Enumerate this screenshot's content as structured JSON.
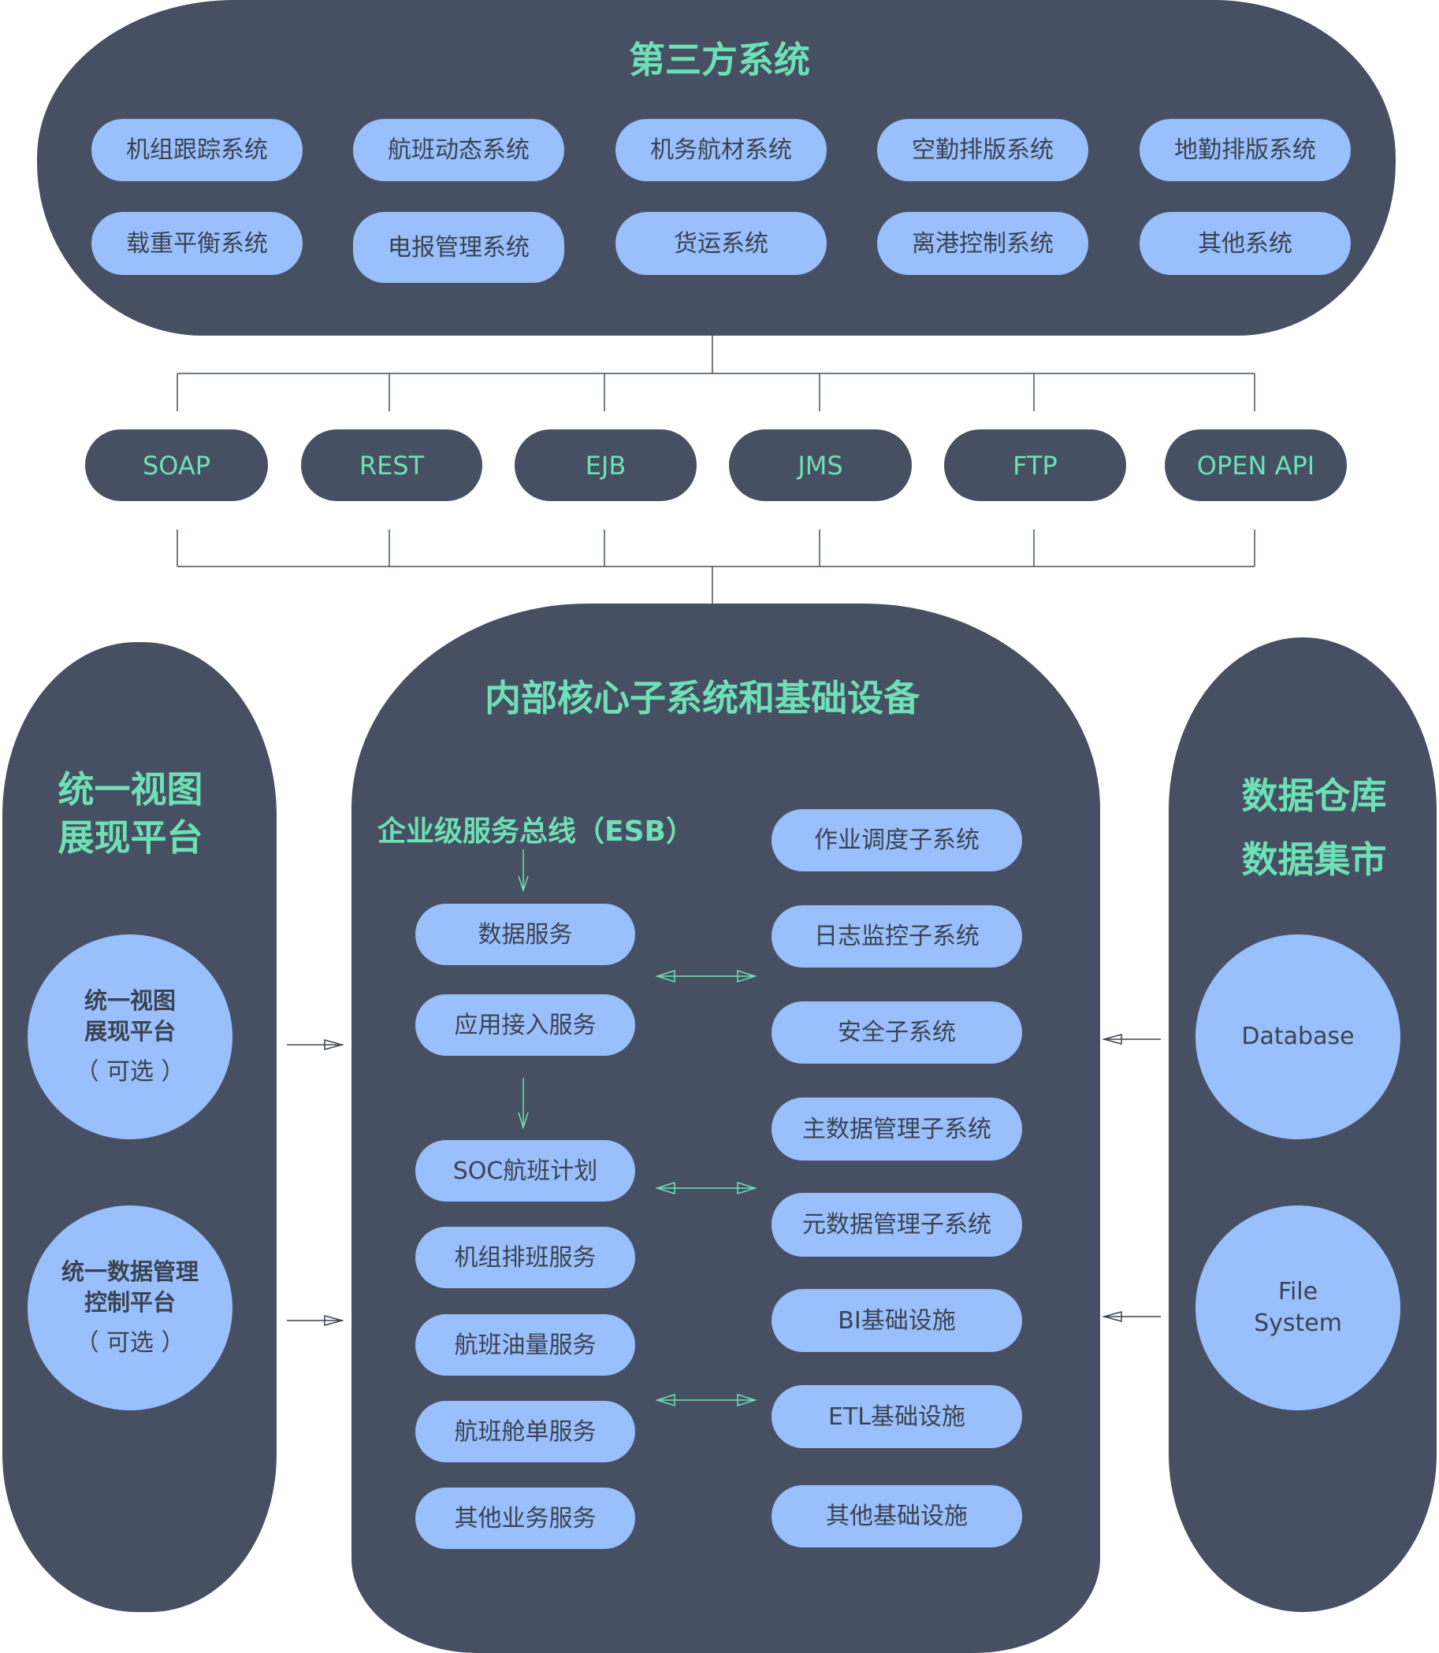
{
  "third_party": {
    "title": "第三方系统",
    "systems": [
      "机组跟踪系统",
      "航班动态系统",
      "机务航材系统",
      "空勤排版系统",
      "地勤排版系统",
      "载重平衡系统",
      "电报管理系统",
      "货运系统",
      "离港控制系统",
      "其他系统"
    ]
  },
  "protocols": [
    "SOAP",
    "REST",
    "EJB",
    "JMS",
    "FTP",
    "OPEN API"
  ],
  "core": {
    "title": "内部核心子系统和基础设备",
    "esb_label": "企业级服务总线（ESB）",
    "services": [
      "数据服务",
      "应用接入服务",
      "SOC航班计划",
      "机组排班服务",
      "航班油量服务",
      "航班舱单服务",
      "其他业务服务"
    ],
    "subsystems": [
      "作业调度子系统",
      "日志监控子系统",
      "安全子系统",
      "主数据管理子系统",
      "元数据管理子系统",
      "BI基础设施",
      "ETL基础设施",
      "其他基础设施"
    ]
  },
  "left": {
    "title_line1": "统一视图",
    "title_line2": "展现平台",
    "circles": [
      {
        "line1": "统一视图",
        "line2": "展现平台",
        "note": "（ 可选 ）"
      },
      {
        "line1": "统一数据管理",
        "line2": "控制平台",
        "note": "（ 可选 ）"
      }
    ]
  },
  "right": {
    "title_line1": "数据仓库",
    "title_line2": "数据集市",
    "circles": [
      {
        "line1": "Database",
        "line2": ""
      },
      {
        "line1": "File",
        "line2": "System"
      }
    ]
  },
  "colors": {
    "dark": "#465062",
    "pill": "#99bffc",
    "accent": "#6ee0b6",
    "text": "#3b4351"
  }
}
